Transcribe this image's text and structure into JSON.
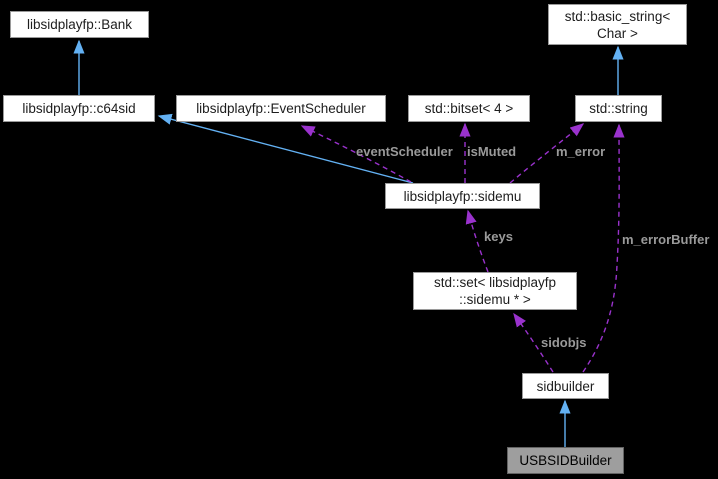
{
  "diagram": {
    "title": "Collaboration graph for USBSIDBuilder",
    "background_color": "#000000",
    "colors": {
      "inheritance_arrow": "#63b1f3",
      "usage_arrow": "#9a32cd",
      "edge_label": "#9a9a9a",
      "node_fill": "#ffffff",
      "node_border": "#9a9a9a",
      "current_node_fill": "#9e9e9e"
    },
    "nodes": {
      "bank": {
        "label": "libsidplayfp::Bank"
      },
      "c64sid": {
        "label": "libsidplayfp::c64sid"
      },
      "event_scheduler": {
        "label": "libsidplayfp::EventScheduler"
      },
      "bitset": {
        "label": "std::bitset< 4 >"
      },
      "basic_string": {
        "label": "std::basic_string<\nChar >"
      },
      "string": {
        "label": "std::string"
      },
      "sidemu": {
        "label": "libsidplayfp::sidemu"
      },
      "sidemu_set": {
        "label": "std::set< libsidplayfp\n::sidemu * >"
      },
      "sidbuilder": {
        "label": "sidbuilder"
      },
      "usbsidbuilder": {
        "label": "USBSIDBuilder"
      }
    },
    "edge_labels": {
      "event_scheduler": "eventScheduler",
      "is_muted": "isMuted",
      "m_error": "m_error",
      "keys": "keys",
      "m_error_buffer": "m_errorBuffer",
      "sidobjs": "sidobjs"
    }
  }
}
